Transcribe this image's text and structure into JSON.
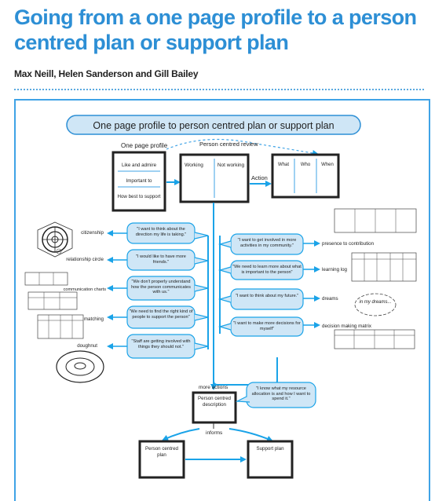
{
  "header": {
    "title_line1": "Going from a one page profile to a person",
    "title_line2": "centred plan or support plan",
    "authors": "Max Neill, Helen Sanderson and Gill Bailey"
  },
  "colors": {
    "accent": "#2d8fd5",
    "arrow": "#1aa3e8",
    "bubble": "#cfe6f6",
    "frame": "#3fa3e6"
  },
  "diagram": {
    "banner": "One page profile to person centred plan or support plan",
    "one_page_profile_label": "One page profile",
    "opp_items": [
      "Like and admire",
      "Important to",
      "How best to support"
    ],
    "pcr_label": "Person centred review",
    "pcr_columns": [
      "Working",
      "Not working"
    ],
    "action_label": "Action",
    "action_columns": [
      "What",
      "Who",
      "When"
    ],
    "left_quotes": [
      "\"I want to think about the direction my life is taking.\"",
      "\"I would like to have more friends.\"",
      "\"We don't properly understand how the person communicates with us.\"",
      "\"We need to find the right kind of people to support the person\"",
      "\"Staff are getting involved with things they should not.\""
    ],
    "left_tools": [
      "citizenship",
      "relationship circle",
      "communication charts",
      "matching",
      "doughnut"
    ],
    "right_quotes": [
      "\"I want to get involved in more activities in my community.\"",
      "\"We need to learn more about what is important to the person\"",
      "\"I want to think about my future.\"",
      "\"I want to make more decisions for myself\""
    ],
    "right_tools": [
      "presence to contribution",
      "learning log",
      "dreams",
      "decision making matrix"
    ],
    "dreams_text": "in my dreams...",
    "more_actions_label": "more actions",
    "pcd_label": "Person centred description",
    "resource_quote": "\"I know what my resource allocation is and how I want to spend it.\"",
    "informs_label": "informs",
    "pcp_label": "Person centred plan",
    "support_plan_label": "Support plan"
  }
}
